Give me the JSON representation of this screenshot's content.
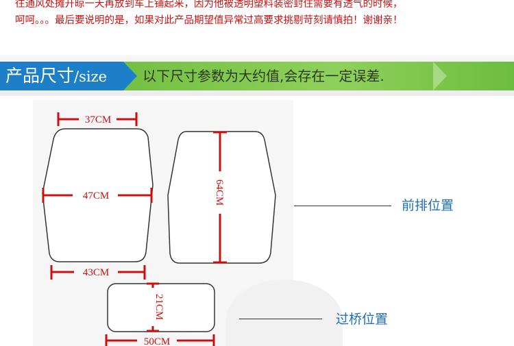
{
  "notes": {
    "line1": "往通风处摊开晾一天再放到车上铺起来，因为他被透明塑料装密封住需要有透气的时候，",
    "line2": "呵呵。。。最后要说明的是，如果对此产品期望值异常过高要求挑剔苛刻请慎拍！谢谢亲！"
  },
  "header": {
    "title_cn": "产品尺寸",
    "title_en": "/size",
    "subtitle": "以下尺寸参数为大约值,会存在一定误差."
  },
  "dimensions": {
    "front_seat_top": "37CM",
    "front_seat_middle": "47CM",
    "front_seat_bottom": "43CM",
    "back_height": "64CM",
    "bridge_height": "21CM",
    "bridge_width": "50CM"
  },
  "labels": {
    "front_position": "前排位置",
    "bridge_position": "过桥位置"
  },
  "colors": {
    "title_blue": "#1c7fc7",
    "title_green": "#7cc64b",
    "dimension_red": "#c81010",
    "label_blue": "#1f6fb8"
  }
}
